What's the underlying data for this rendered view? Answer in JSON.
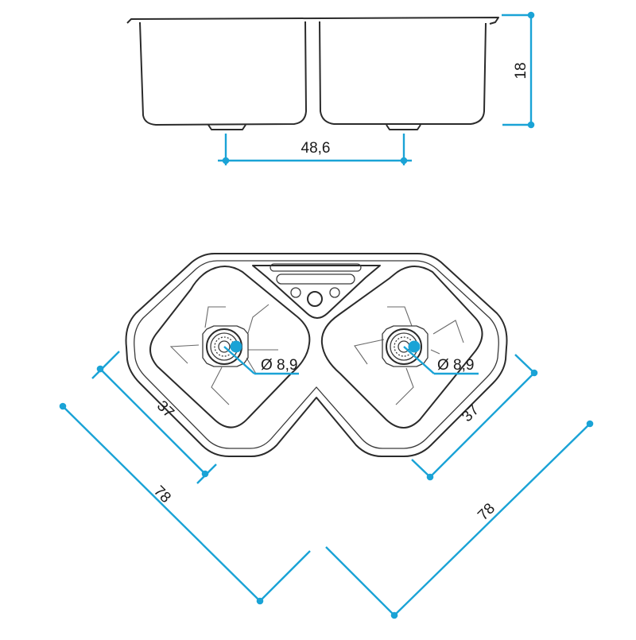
{
  "dimensions": {
    "height": "18",
    "drain_spacing": "48,6",
    "drain_diameter_left": "Ø 8,9",
    "drain_diameter_right": "Ø 8,9",
    "bowl_width_left": "37",
    "bowl_width_right": "37",
    "overall_left": "78",
    "overall_right": "78"
  },
  "colors": {
    "dimension_lines": "#1aa3d6",
    "outline": "#2b2b2b",
    "background": "#ffffff"
  }
}
